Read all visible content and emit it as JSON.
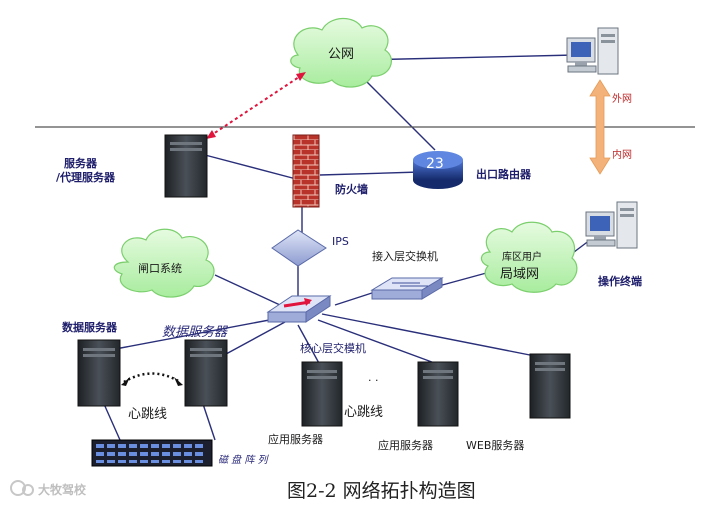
{
  "labels": {
    "internet": "公网",
    "outer_net": "外网",
    "inner_net": "内网",
    "proxy_server": [
      "服务器",
      "/代理服务器"
    ],
    "firewall": "防火墙",
    "router_number": "23",
    "exit_router": "出口路由器",
    "ips": "IPS",
    "gate_system": "闸口系统",
    "access_switch": "接入层交换机",
    "lan": [
      "库区用户",
      "局域网"
    ],
    "ops_terminal": "操作终端",
    "db_server_bold": "数据服务器",
    "db_server_italic": "数据服务器",
    "core_switch": "核心层交模机",
    "heartbeat_left": "心跳线",
    "heartbeat_right": "心跳线",
    "ellipsis": "·  ·",
    "app_server_1": "应用服务器",
    "app_server_2": "应用服务器",
    "web_server": "WEB服务器",
    "disk_array": "磁 盘 阵 列",
    "caption": "图2-2 网络拓扑构造图",
    "watermark": "大牧驾校"
  },
  "colors": {
    "cloud": "#c8f5c0",
    "line": "#2a2f7a",
    "firewall": "#c0392b",
    "router": "#1f3a93",
    "switch": "#b9c3e8",
    "server_dark": "#2e3338",
    "arrow_pink": "#e0143c",
    "arrow_orange": "#f2b27a"
  }
}
